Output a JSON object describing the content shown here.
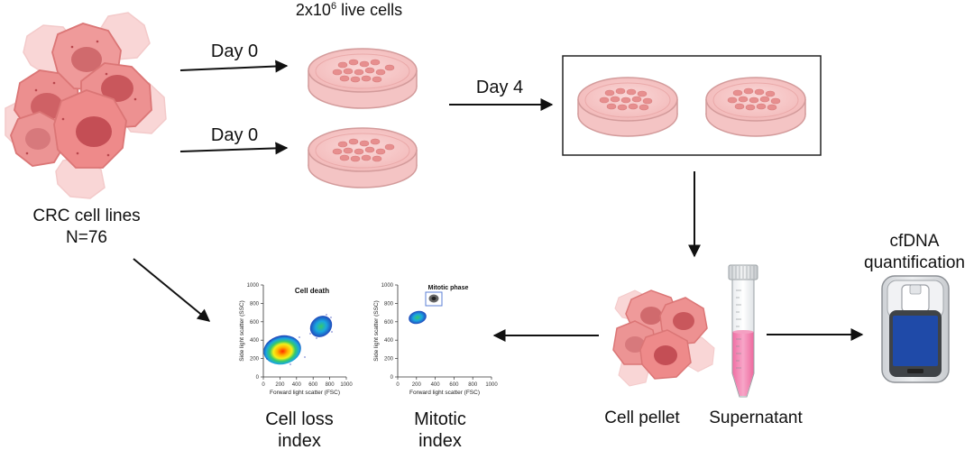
{
  "colors": {
    "cell_fill": "#ee8e8e",
    "cell_nucleus": "#cd5a5d",
    "dish_media": "#f7c6c6",
    "arrow": "#111111",
    "density_high": "#ff2a00",
    "density_low": "#2236b5"
  },
  "source": {
    "label_line1": "CRC cell lines",
    "label_line2": "N=76"
  },
  "seeding": {
    "cells_prefix": "2x10",
    "cells_exp": "6",
    "cells_suffix": " live cells",
    "day0_top": "Day 0",
    "day0_bottom": "Day 0",
    "day4": "Day 4"
  },
  "outputs": {
    "pellet_label": "Cell pellet",
    "supernatant_label": "Supernatant",
    "cfdna_line1": "cfDNA",
    "cfdna_line2": "quantification"
  },
  "plots": {
    "cell_loss": {
      "title": "Cell death",
      "xlabel": "Forward light scatter (FSC)",
      "ylabel": "Side light scatter (SSC)",
      "xticks": [
        "0",
        "200",
        "400",
        "600",
        "800",
        "1000"
      ],
      "yticks": [
        "0",
        "200",
        "400",
        "600",
        "800",
        "1000"
      ],
      "caption_line1": "Cell loss",
      "caption_line2": "index"
    },
    "mitotic": {
      "title": "Mitotic phase",
      "xlabel": "Forward light scatter (FSC)",
      "ylabel": "Side light scatter (SSC)",
      "xticks": [
        "0",
        "200",
        "400",
        "600",
        "800",
        "1000"
      ],
      "yticks": [
        "0",
        "200",
        "400",
        "600",
        "800",
        "1000"
      ],
      "caption_line1": "Mitotic",
      "caption_line2": "index"
    }
  }
}
